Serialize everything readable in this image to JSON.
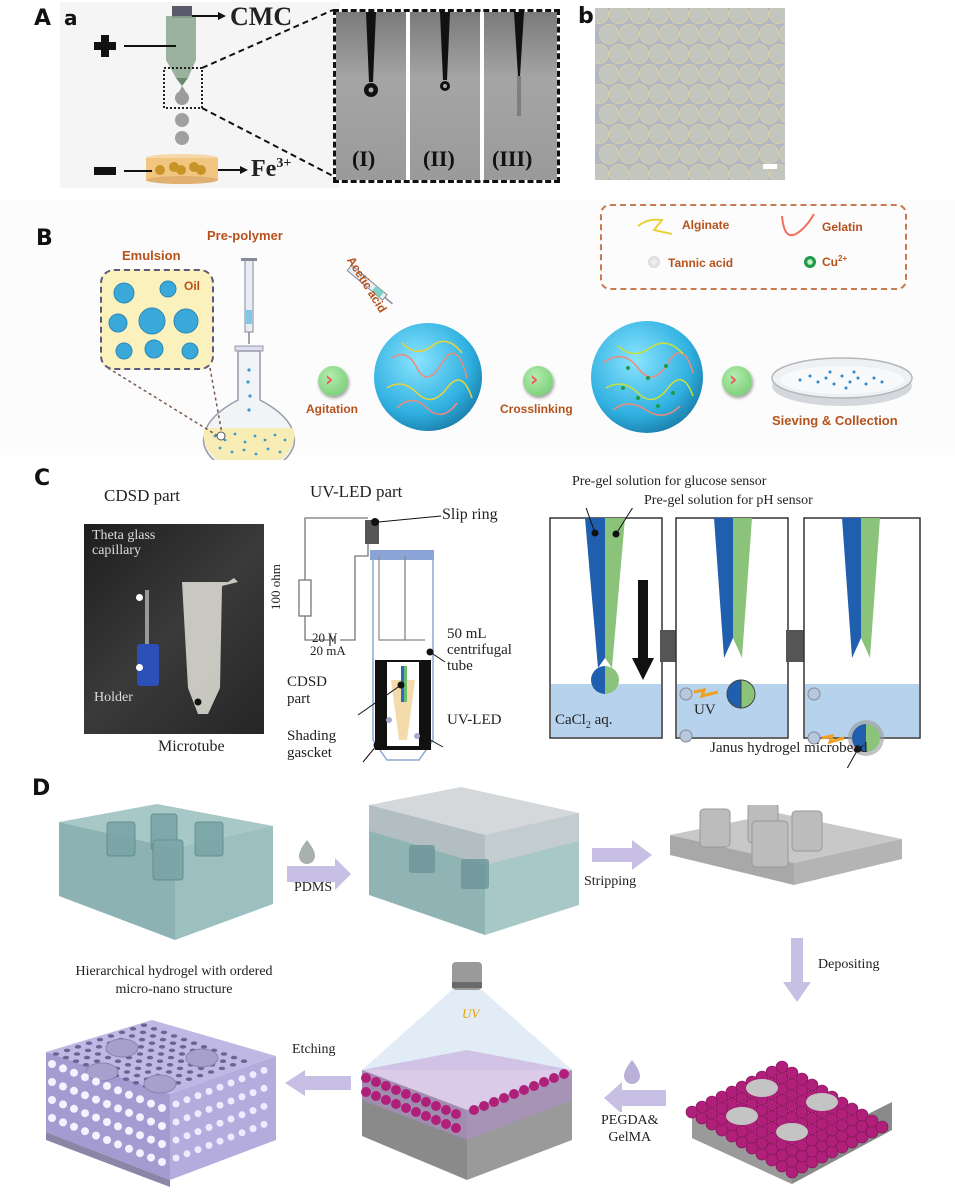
{
  "panels": {
    "A": {
      "letter": "A",
      "a": {
        "letter": "a",
        "cmc_label": "CMC",
        "fe_label": "Fe",
        "fe_sup": "3+",
        "plus_icon": "plus-icon",
        "minus_icon": "minus-icon",
        "stages": [
          "(I)",
          "(II)",
          "(III)"
        ]
      },
      "b": {
        "letter": "b"
      }
    },
    "B": {
      "letter": "B",
      "emulsion_label": "Emulsion",
      "oil_label": "Oil",
      "prepolymer_label": "Pre-polymer",
      "acetic_label": "Acetic acid",
      "steps": [
        "Agitation",
        "Crosslinking",
        "Sieving & Collection"
      ],
      "legend": {
        "alginate": "Alginate",
        "gelatin": "Gelatin",
        "tannic": "Tannic acid",
        "cu": "Cu",
        "cu_sup": "2+"
      },
      "colors": {
        "label": "#b5521c",
        "sphere": "#3ab0dc",
        "arrow_btn": "#7fd07a",
        "alginate": "#e8d23a",
        "gelatin": "#f07060",
        "cu": "#1f9a4a"
      }
    },
    "C": {
      "letter": "C",
      "cdsd": {
        "title": "CDSD part",
        "capillary": "Theta glass capillary",
        "holder": "Holder",
        "microtube": "Microtube"
      },
      "uvled": {
        "title": "UV-LED part",
        "slip_ring": "Slip ring",
        "resistor": "100 ohm",
        "voltage": "20 V",
        "current": "20 mA",
        "tube_line1": "50 mL",
        "tube_line2": "centrifugal",
        "tube_line3": "tube",
        "cdsd_line1": "CDSD",
        "cdsd_line2": "part",
        "uvled": "UV-LED",
        "gasket_line1": "Shading",
        "gasket_line2": "gascket"
      },
      "process": {
        "glucose_label": "Pre-gel solution for glucose sensor",
        "ph_label": "Pre-gel solution for pH sensor",
        "uv_label": "UV",
        "cacl_label": "CaCl",
        "cacl_sub": "2",
        "cacl_suffix": " aq.",
        "janus_label": "Janus hydrogel microbead"
      },
      "colors": {
        "glucose": "#1f5fad",
        "ph": "#8cc37a",
        "water": "#b7d2ec"
      }
    },
    "D": {
      "letter": "D",
      "steps": {
        "pdms": "PDMS",
        "stripping": "Stripping",
        "depositing": "Depositing",
        "pegda_line1": "PEGDA&",
        "pegda_line2": "GelMA",
        "etching": "Etching",
        "uv": "UV"
      },
      "result_line1": "Hierarchical hydrogel with ordered",
      "result_line2": "micro-nano structure",
      "colors": {
        "mold": "#8fb6b6",
        "arrow": "#c4c0e0",
        "bead": "#b0207a",
        "hydrogel": "#b6b0dc",
        "substrate": "#9a9a9a"
      }
    }
  }
}
